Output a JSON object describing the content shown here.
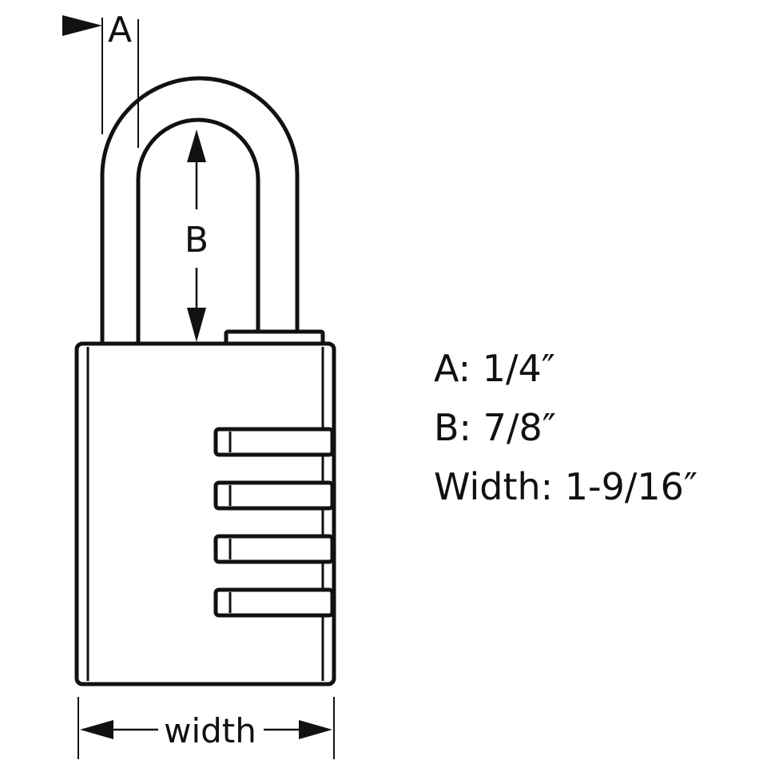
{
  "diagram": {
    "labels": {
      "a": "A",
      "b": "B",
      "width": "width"
    },
    "specs": [
      "A: 1/4″",
      "B: 7/8″",
      "Width: 1-9/16″"
    ],
    "dial_count": 4,
    "colors": {
      "stroke": "#111111",
      "background": "#ffffff"
    }
  }
}
